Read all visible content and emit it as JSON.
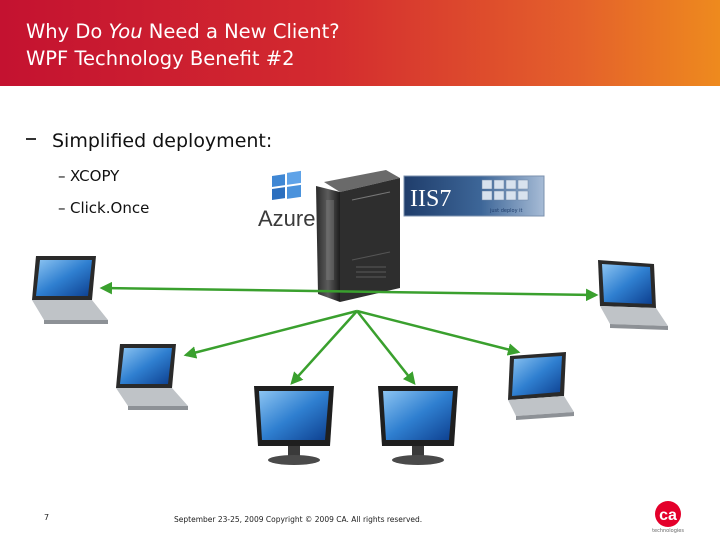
{
  "slide": {
    "title_line1_pre": "Why Do ",
    "title_line1_em": "You",
    "title_line1_post": " Need a New Client?",
    "title_line2": "WPF Technology Benefit #2",
    "bullet": "Simplified deployment:",
    "sub_bullets": [
      "XCOPY",
      "Click.Once"
    ],
    "page_number": "7",
    "footer": "September 23-25, 2009   Copyright © 2009 CA. All rights reserved."
  },
  "logos": {
    "azure": "Azure",
    "iis": "IIS7",
    "iis_tag": "just deploy it",
    "ca": "ca",
    "ca_tag": "technologies"
  },
  "icons": [
    "windows-flag-icon",
    "server-tower-icon",
    "laptop-icon",
    "monitor-icon",
    "double-arrow-icon"
  ],
  "colors": {
    "header_start": "#c41230",
    "header_end": "#ee8a1e",
    "arrow": "#3aa02e",
    "screen": "#2a74c8"
  }
}
